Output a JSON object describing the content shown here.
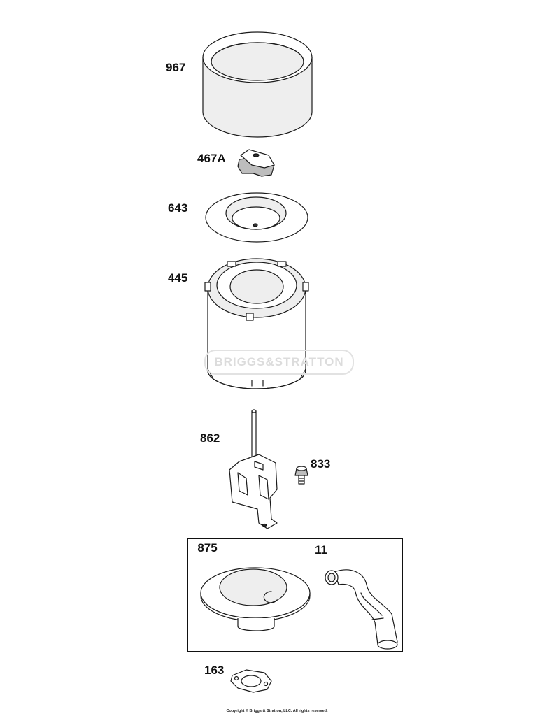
{
  "parts": [
    {
      "id": "part-967",
      "callout": "967"
    },
    {
      "id": "part-467a",
      "callout": "467A"
    },
    {
      "id": "part-643",
      "callout": "643"
    },
    {
      "id": "part-445",
      "callout": "445"
    },
    {
      "id": "part-862",
      "callout": "862"
    },
    {
      "id": "part-833",
      "callout": "833"
    },
    {
      "id": "part-11",
      "callout": "11"
    },
    {
      "id": "part-163",
      "callout": "163"
    }
  ],
  "kit": {
    "callout": "875"
  },
  "watermark": "BRIGGS&STRATTON",
  "copyright": "Copyright © Briggs & Stratton, LLC. All rights reserved."
}
